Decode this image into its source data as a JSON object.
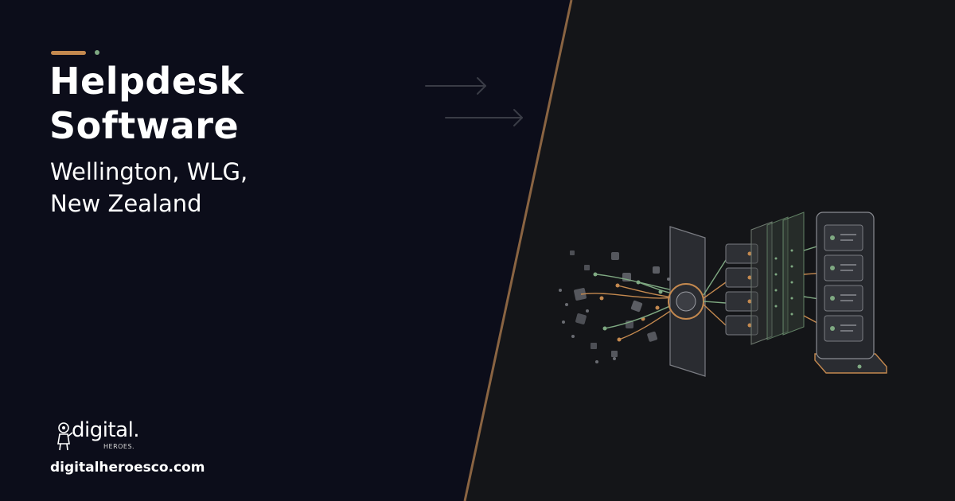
{
  "headline": {
    "line1": "Helpdesk",
    "line2": "Software"
  },
  "location": {
    "line1": "Wellington, WLG,",
    "line2": "New Zealand"
  },
  "logo": {
    "word": "digital.",
    "sub": "HEROES."
  },
  "website": "digitalheroesco.com",
  "colors": {
    "background_left": "#0c0d1a",
    "background_right": "#141518",
    "accent_copper": "#c4894f",
    "accent_green": "#7fa982",
    "text": "#ffffff"
  },
  "icons": [
    "arrow-right-icon",
    "hero-mascot-icon"
  ]
}
